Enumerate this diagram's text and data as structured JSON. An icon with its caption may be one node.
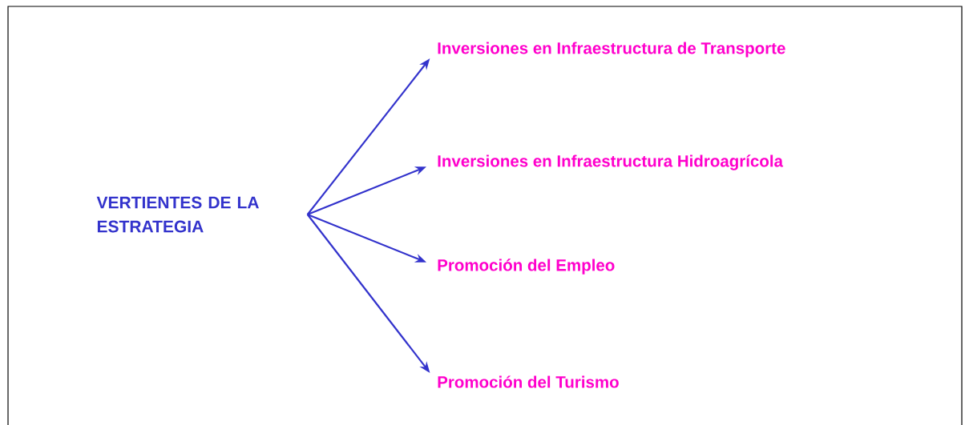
{
  "diagram": {
    "nodes": [
      {
        "text": [
          "VERTIENTES DE LA ESTRATEGIA"
        ]
      },
      {
        "text": [
          "Inversiones en Infraestructura de Transporte"
        ]
      },
      {
        "text": [
          "Inversiones en Infraestructura Hidroagrícola"
        ]
      },
      {
        "text": [
          "Promoción del Empleo"
        ]
      },
      {
        "text": [
          "Promoción del Turismo"
        ]
      }
    ],
    "edges": [
      {
        "from": 0,
        "to": 1,
        "arrow": "to"
      },
      {
        "from": 0,
        "to": 2,
        "arrow": "to"
      },
      {
        "from": 0,
        "to": 3,
        "arrow": "to"
      },
      {
        "from": 0,
        "to": 4,
        "arrow": "to"
      }
    ]
  }
}
